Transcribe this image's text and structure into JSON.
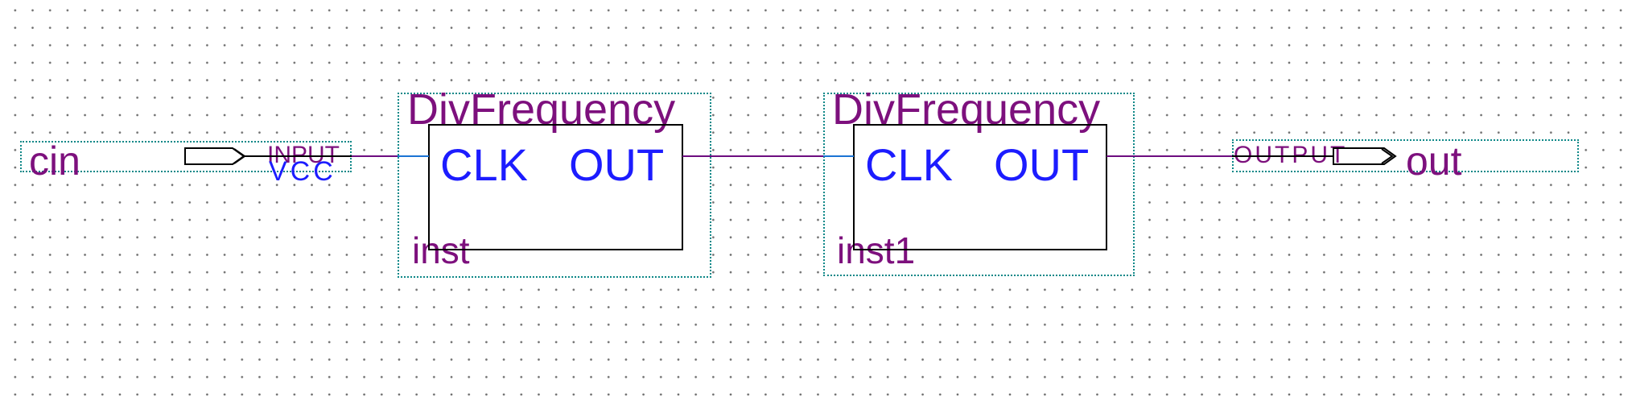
{
  "schematic": {
    "input_pin": {
      "name": "cin",
      "type": "INPUT",
      "level": "VCC"
    },
    "output_pin": {
      "name": "out",
      "type": "OUTPUT"
    },
    "blocks": [
      {
        "title": "DivFrequency",
        "port_in": "CLK",
        "port_out": "OUT",
        "instance": "inst"
      },
      {
        "title": "DivFrequency",
        "port_in": "CLK",
        "port_out": "OUT",
        "instance": "inst1"
      }
    ]
  },
  "colors": {
    "background": "#ffffff",
    "grid_dot": "#6f6f6f",
    "selection_outline": "#0e8888",
    "symbol_text": "#7d107d",
    "port_text": "#1c1cff",
    "net_wire": "#6d0d7f",
    "pin_stub_wire": "#1b74d4",
    "plain_wire": "#000000"
  }
}
